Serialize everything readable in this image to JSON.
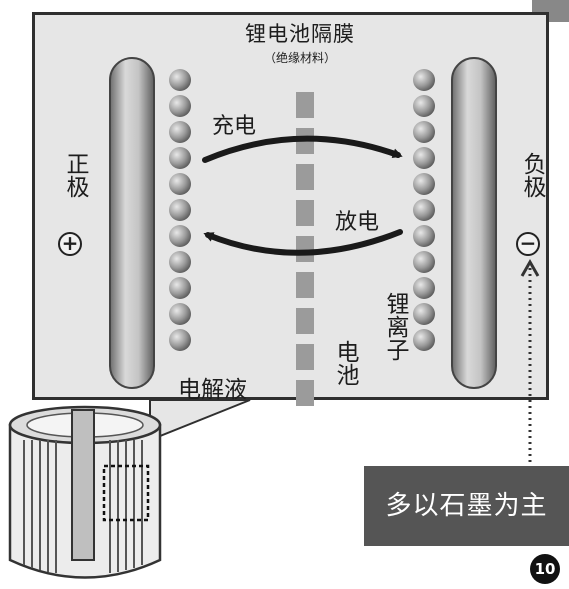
{
  "labels": {
    "separator_title": "锂电池隔膜",
    "separator_subtitle": "（绝缘材料）",
    "positive_electrode": "正极",
    "negative_electrode": "负极",
    "charge": "充电",
    "discharge": "放电",
    "lithium_ion": "锂离子",
    "battery": "电池",
    "electrolyte": "电解液",
    "negative_material_note": "多以石墨为主",
    "page_number": "10"
  },
  "symbols": {
    "positive": "+",
    "negative": "−"
  },
  "colors": {
    "panel": "#e6e6e6",
    "electrode": "#a9a9a9",
    "ion": "#8f8f8f",
    "arrow": "#1a1a1a",
    "tag_box": "#555555"
  }
}
